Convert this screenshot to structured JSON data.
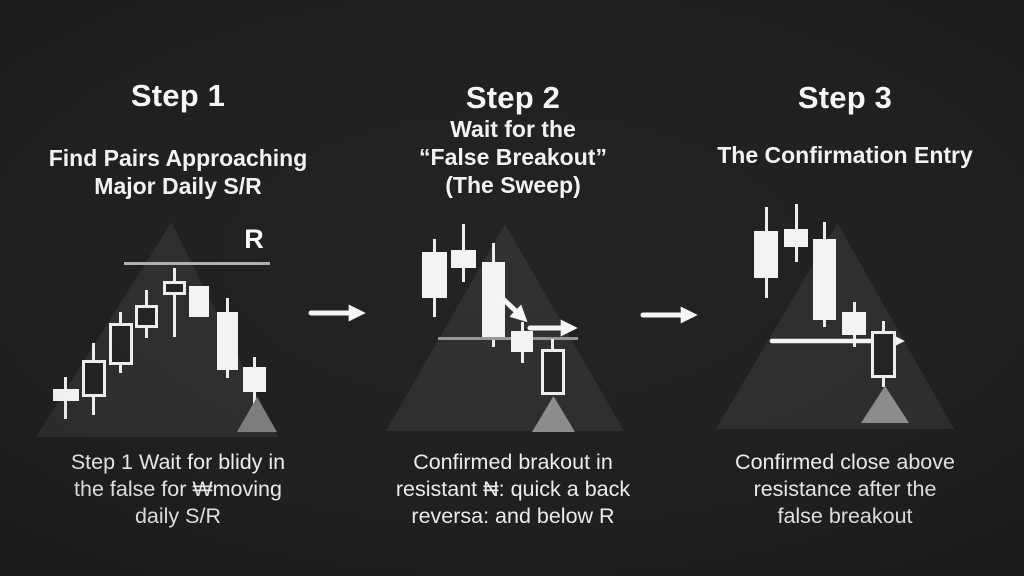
{
  "columns": [
    {
      "title": "Step 1",
      "subtitle_lines": [
        "Find Pairs Approaching",
        "Major Daily S/R"
      ],
      "resistance_label": "R",
      "caption_lines": [
        "Step 1 Wait for blidy in",
        "the false for ₩moving",
        "daily S/R"
      ]
    },
    {
      "title": "Step 2",
      "subtitle_lines": [
        "Wait for the",
        "“False Breakout”",
        "(The Sweep)"
      ],
      "caption_lines": [
        "Confirmed brakout in",
        "resistant ₦: quick a back",
        "reversa: and below R"
      ]
    },
    {
      "title": "Step 3",
      "subtitle_lines": [
        "The Confirmation Entry"
      ],
      "caption_lines": [
        "Confirmed close above",
        "resistance after the",
        "false breakout"
      ]
    }
  ],
  "colors": {
    "background": "#202020",
    "candle": "#f3f3f3",
    "triangle_faint": "rgba(255,255,255,0.062)",
    "triangle_small": "#8c8c8c",
    "resistance_line": "#b0b0b0",
    "arrow": "#f5f5f5"
  }
}
